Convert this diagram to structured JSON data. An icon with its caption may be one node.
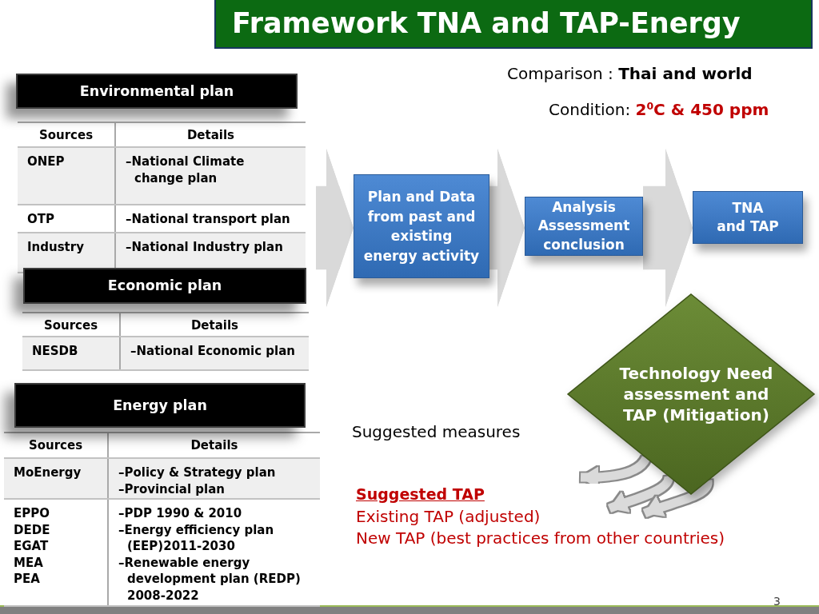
{
  "diagram": {
    "title": "Framework TNA and TAP-Energy",
    "nodes": [
      {
        "text": [
          "Environmental plan"
        ]
      },
      {
        "text": [
          "Economic plan"
        ]
      },
      {
        "text": [
          "Energy plan"
        ]
      },
      {
        "text": [
          "Plan and Data from past and existing energy activity"
        ]
      },
      {
        "text": [
          "Analysis Assessment conclusion"
        ]
      },
      {
        "text": [
          "TNA and TAP"
        ]
      },
      {
        "text": [
          "Technology Need assessment and TAP (Mitigation)"
        ]
      }
    ],
    "edges": [
      {
        "from": null,
        "to": 3,
        "arrow": "to",
        "style": "thick"
      },
      {
        "from": 3,
        "to": 4,
        "arrow": "to",
        "style": "thick"
      },
      {
        "from": 4,
        "to": 5,
        "arrow": "to",
        "style": "thick"
      },
      {
        "from": 6,
        "to": null,
        "arrow": "to"
      },
      {
        "from": 6,
        "to": null,
        "arrow": "to"
      },
      {
        "from": 6,
        "to": null,
        "arrow": "to"
      }
    ],
    "labels": [
      "Comparison : **Thai and world**",
      "Condition: **2$^{0}$C & 450 ppm**",
      "Sources",
      "Details",
      "ONEP",
      "–National Climate change plan",
      "OTP",
      "–National transport plan",
      "Industry",
      "–National Industry plan",
      "Sources",
      "Details",
      "NESDB",
      "–National Economic plan",
      "Sources",
      "Details",
      "MoEnergy",
      "–Policy & Strategy plan",
      "–Provincial plan",
      "EPPO",
      "DEDE",
      "EGAT",
      "MEA",
      "PEA",
      "–PDP 1990 & 2010",
      "–Energy efficiency plan (EEP)2011-2030",
      "–Renewable energy development plan (REDP) 2008-2022",
      "Suggested measures",
      "Suggested TAP",
      "Existing TAP (adjusted)",
      "New TAP (best practices from other countries)",
      "3"
    ]
  }
}
